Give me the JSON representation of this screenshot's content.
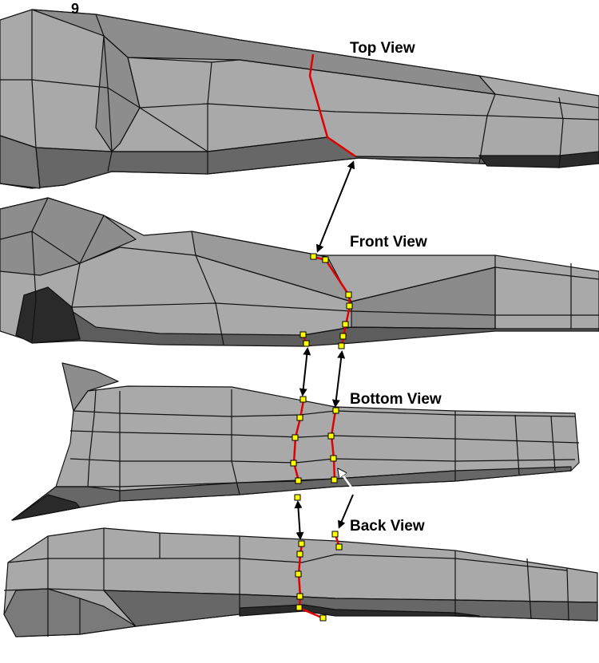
{
  "step_number": "9",
  "views": {
    "top": "Top View",
    "front": "Front View",
    "bottom": "Bottom View",
    "back": "Back View"
  },
  "colors": {
    "mesh_light": "#a9a9a9",
    "mesh_mid": "#8d8d8d",
    "mesh_dark": "#676767",
    "mesh_shadow": "#2a2a2a",
    "edge_line": "#111111",
    "seam_line": "#e00000",
    "vertex_marker": "#ffff00",
    "arrow_black": "#000000",
    "arrow_white": "#ffffff"
  }
}
